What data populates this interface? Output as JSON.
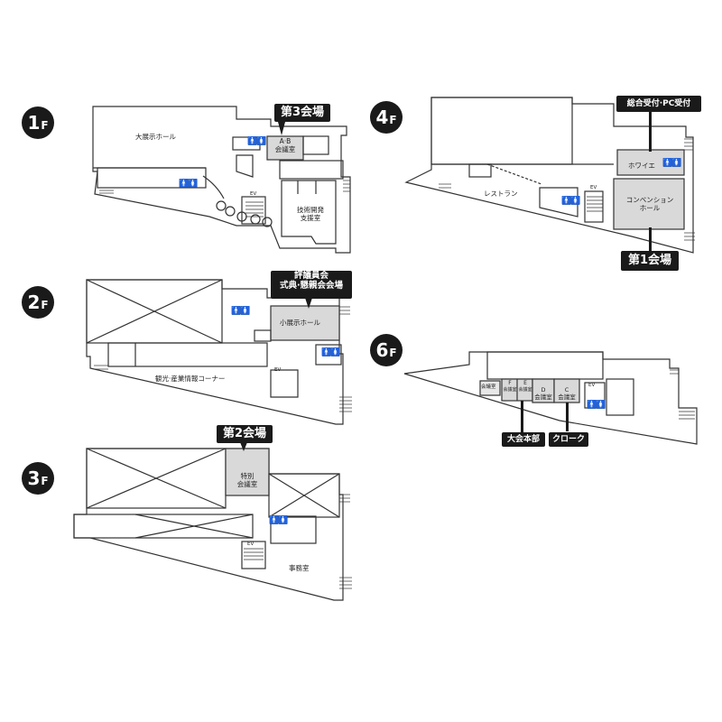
{
  "floors": {
    "f1": {
      "badge": {
        "num": "1",
        "suffix": "F"
      },
      "callout": "第3会場",
      "rooms": {
        "exhibition_hall": "大展示ホール",
        "ab_room_line1": "A·B",
        "ab_room_line2": "会議室",
        "tech_line1": "技術開発",
        "tech_line2": "支援室",
        "ev": "EV"
      }
    },
    "f2": {
      "badge": {
        "num": "2",
        "suffix": "F"
      },
      "callout_line1": "評議員会",
      "callout_line2": "式典·懇親会会場",
      "rooms": {
        "small_hall": "小展示ホール",
        "tourism_corner": "観光·産業情報コーナー",
        "ev": "EV"
      }
    },
    "f3": {
      "badge": {
        "num": "3",
        "suffix": "F"
      },
      "callout": "第2会場",
      "rooms": {
        "special_line1": "特別",
        "special_line2": "会議室",
        "office": "事務室",
        "ev": "EV"
      }
    },
    "f4": {
      "badge": {
        "num": "4",
        "suffix": "F"
      },
      "callout_top": "総合受付·PC受付",
      "callout_bottom": "第1会場",
      "rooms": {
        "foyer": "ホワイエ",
        "restaurant": "レストラン",
        "convention_line1": "コンベンション",
        "convention_line2": "ホール",
        "ev": "EV"
      }
    },
    "f6": {
      "badge": {
        "num": "6",
        "suffix": "F"
      },
      "callout_hq": "大会本部",
      "callout_cloak": "クローク",
      "rooms": {
        "small_meeting": "会議室",
        "f_letter": "F",
        "f_room": "会議室",
        "e_letter": "E",
        "e_room": "会議室",
        "d_letter": "D",
        "d_room1": "会議",
        "d_room2": "室",
        "c_letter": "C",
        "c_room1": "会議",
        "c_room2": "室",
        "ev": "EV"
      }
    }
  },
  "colors": {
    "ink": "#1a1a1a",
    "highlight": "#d9d9d9",
    "line": "#333333"
  }
}
